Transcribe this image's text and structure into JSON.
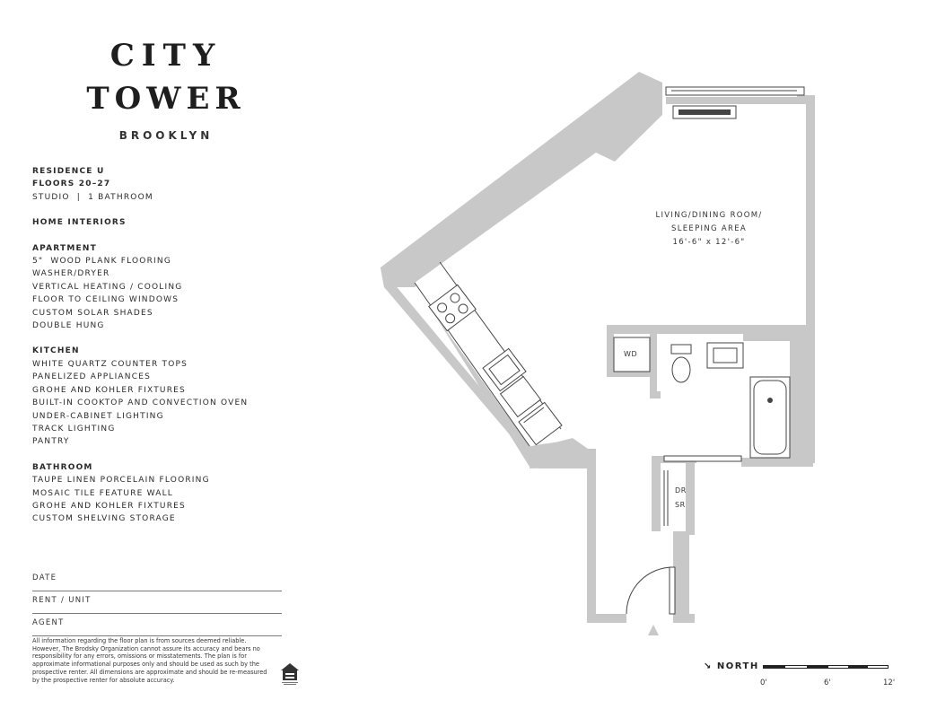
{
  "logo": {
    "line1": "CITY",
    "line2": "TOWER",
    "line3": "BROOKLYN"
  },
  "residence": {
    "name": "RESIDENCE U",
    "floors": "FLOORS 20–27",
    "type": "STUDIO  |  1 BATHROOM"
  },
  "home_interiors_heading": "HOME INTERIORS",
  "sections": [
    {
      "heading": "APARTMENT",
      "items": [
        "5\"  WOOD PLANK FLOORING",
        "WASHER/DRYER",
        "VERTICAL HEATING / COOLING",
        "FLOOR TO CEILING WINDOWS",
        "CUSTOM SOLAR SHADES",
        "DOUBLE HUNG"
      ]
    },
    {
      "heading": "KITCHEN",
      "items": [
        "WHITE QUARTZ COUNTER TOPS",
        "PANELIZED APPLIANCES",
        "GROHE AND KOHLER FIXTURES",
        "BUILT-IN COOKTOP AND CONVECTION OVEN",
        "UNDER-CABINET LIGHTING",
        "TRACK LIGHTING",
        "PANTRY"
      ]
    },
    {
      "heading": "BATHROOM",
      "items": [
        "TAUPE LINEN PORCELAIN FLOORING",
        "MOSAIC TILE FEATURE WALL",
        "GROHE AND KOHLER FIXTURES",
        "CUSTOM SHELVING STORAGE"
      ]
    }
  ],
  "form": {
    "date": "DATE",
    "rent": "RENT / UNIT",
    "agent": "AGENT"
  },
  "disclaimer": "All information regarding the floor plan is from sources deemed reliable. However, The Brodsky Organization cannot assure its accuracy and bears no responsibility for any errors, omissions or misstatements. The plan is for approximate informational purposes only and should be used as such by the prospective renter. All dimensions are approximate and should be re-measured by the prospective renter for absolute accuracy.",
  "plan": {
    "room_line1": "LIVING/DINING ROOM/",
    "room_line2": "SLEEPING AREA",
    "room_dims": "16'-6\" x 12'-6\"",
    "wd": "WD",
    "dr": "DR",
    "sr": "SR"
  },
  "north_label": "NORTH",
  "scale": {
    "labels": [
      "0'",
      "6'",
      "12'"
    ]
  },
  "colors": {
    "wall": "#c8c8c8",
    "ink": "#1e1e1e",
    "line": "#444444"
  }
}
